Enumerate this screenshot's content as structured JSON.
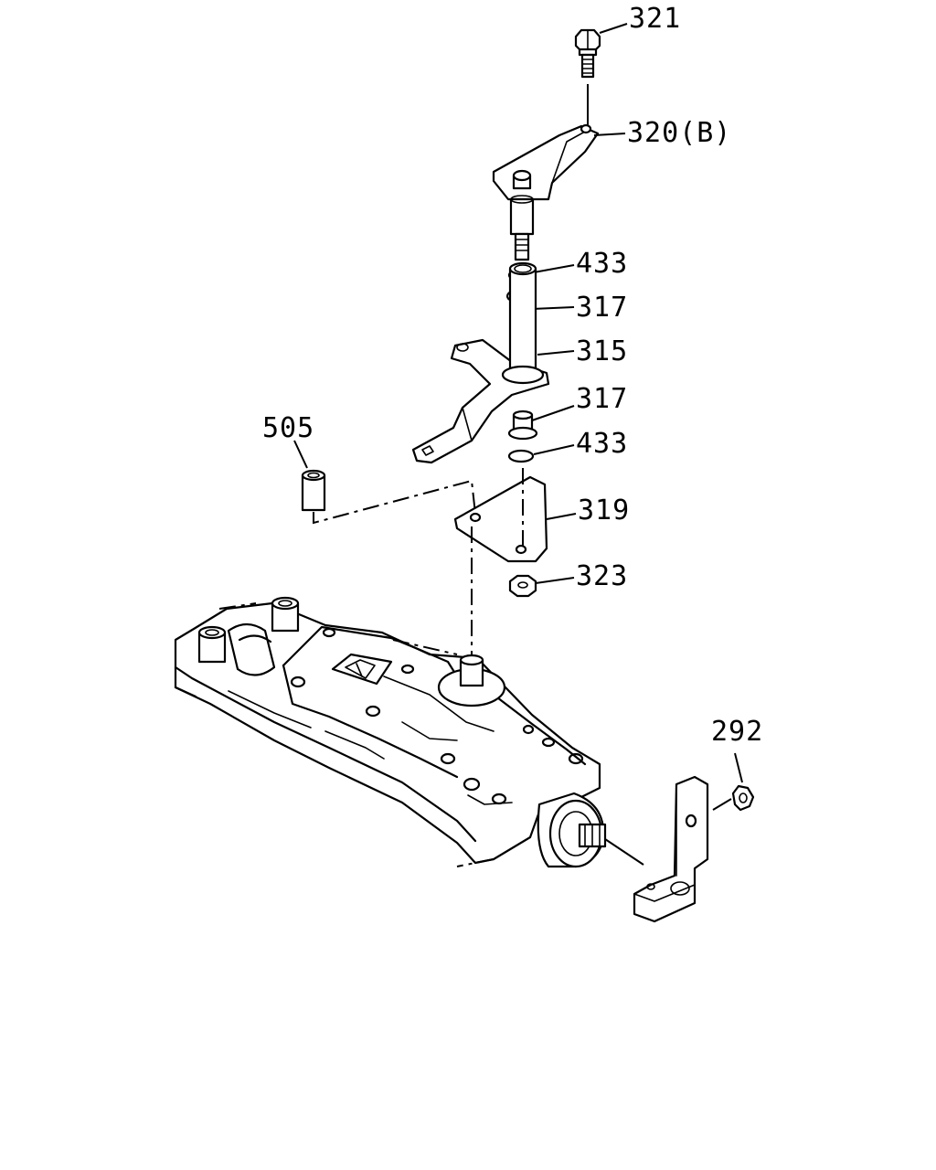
{
  "diagram": {
    "part_labels": [
      {
        "id": "321",
        "text": "321"
      },
      {
        "id": "320B",
        "text": "320(B)"
      },
      {
        "id": "433a",
        "text": "433"
      },
      {
        "id": "317a",
        "text": "317"
      },
      {
        "id": "315",
        "text": "315"
      },
      {
        "id": "317b",
        "text": "317"
      },
      {
        "id": "433b",
        "text": "433"
      },
      {
        "id": "505",
        "text": "505"
      },
      {
        "id": "319",
        "text": "319"
      },
      {
        "id": "323",
        "text": "323"
      },
      {
        "id": "292",
        "text": "292"
      }
    ]
  }
}
